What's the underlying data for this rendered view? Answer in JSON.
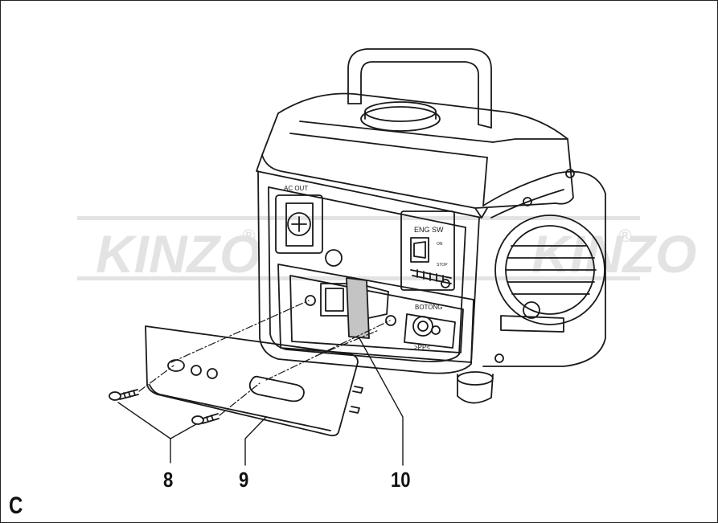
{
  "figure": {
    "panel_letter": "C",
    "watermark": {
      "brand": "KINZO",
      "registered_mark": "®"
    },
    "generator_labels": {
      "ac_out": "AC OUT",
      "eng_sw": "ENG SW",
      "on": "ON",
      "stop": "STOP",
      "outlet_label": "BOTONG",
      "material_mark": ">PP<"
    },
    "callouts": [
      {
        "id": "8",
        "text": "8"
      },
      {
        "id": "9",
        "text": "9"
      },
      {
        "id": "10",
        "text": "10"
      }
    ]
  },
  "colors": {
    "line": "#1a1a1a",
    "watermark": "#e3e3e3",
    "highlight_part": "#c4c4c4",
    "frame": "#222222"
  }
}
